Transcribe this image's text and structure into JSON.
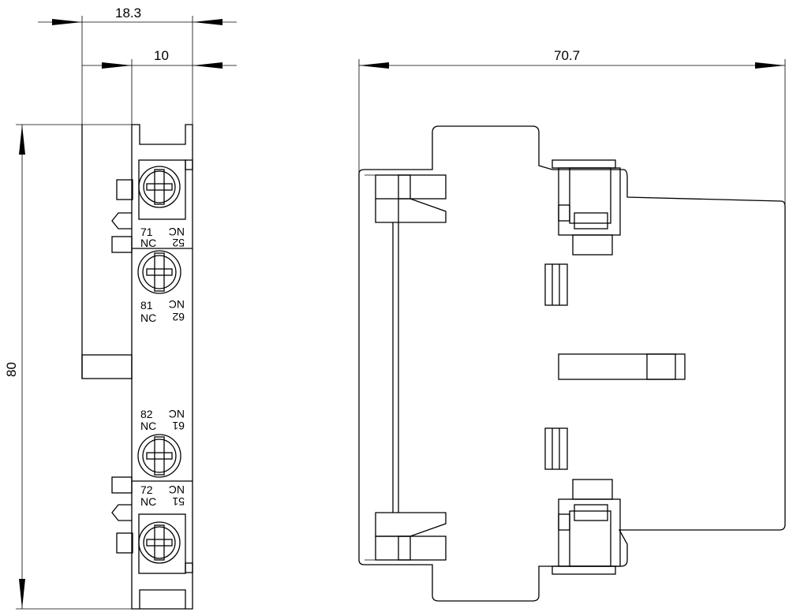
{
  "dimensions": {
    "width_total": "18.3",
    "width_body": "10",
    "height": "80",
    "depth": "70.7"
  },
  "terminals": [
    {
      "number": "71",
      "type": "NC",
      "mirrored_number": "52",
      "mirrored_type": "NC"
    },
    {
      "number": "81",
      "type": "NC",
      "mirrored_number": "62",
      "mirrored_type": "NC"
    },
    {
      "number": "82",
      "type": "NC",
      "mirrored_number": "61",
      "mirrored_type": "NC"
    },
    {
      "number": "72",
      "type": "NC",
      "mirrored_number": "51",
      "mirrored_type": "NC"
    }
  ],
  "colors": {
    "line": "#000000",
    "background": "#ffffff"
  }
}
